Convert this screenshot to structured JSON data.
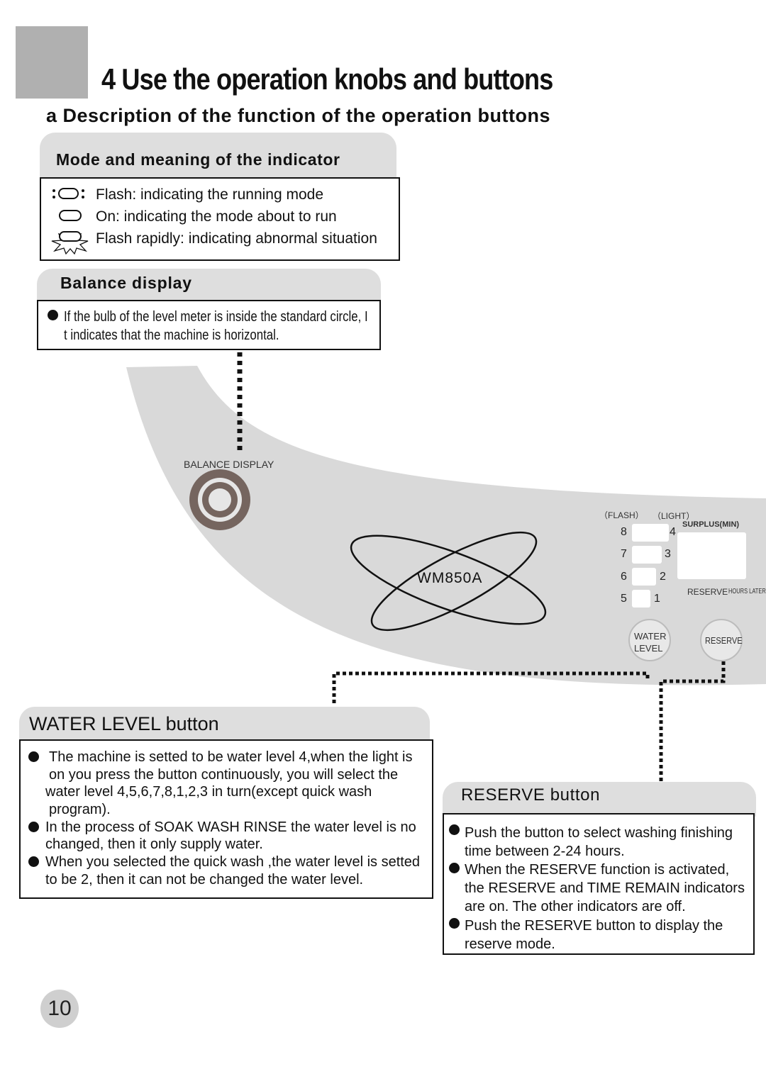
{
  "page": {
    "title": "4 Use the operation knobs and buttons",
    "subtitle": "a Description of the function of the operation buttons",
    "page_number": "10"
  },
  "indicator": {
    "heading": "Mode and meaning of the indicator",
    "rows": [
      {
        "icon": "flash-indicator-icon",
        "text": "Flash: indicating the running mode"
      },
      {
        "icon": "on-indicator-icon",
        "text": "On: indicating the mode about to run"
      },
      {
        "icon": "rapid-flash-indicator-icon",
        "text": "Flash rapidly: indicating abnormal situation"
      }
    ]
  },
  "balance": {
    "heading": "Balance display",
    "lines": [
      "If the bulb of the level meter is inside the standard circle, I",
      "t indicates  that the machine is horizontal."
    ]
  },
  "panel": {
    "balance_label": "BALANCE DISPLAY",
    "model": "WM850A",
    "flash_label": "（FLASH）",
    "light_label": "（LIGHT）",
    "surplus_label": "SURPLUS(MIN)",
    "water_levels_left": [
      "8",
      "7",
      "6",
      "5"
    ],
    "water_levels_right": [
      "4",
      "3",
      "2",
      "1"
    ],
    "reserve_label": "RESERVE",
    "hours_later_label": "HOURS LATER",
    "water_button_line1": "WATER",
    "water_button_line2": "LEVEL",
    "reserve_button": "RESERVE"
  },
  "water_level": {
    "heading_caps": "WATER LEVEL",
    "heading_rest": "button",
    "lines": [
      "The machine is setted to be water level 4,when the light is",
      "on you press the button  continuously, you will select the",
      "water level 4,5,6,7,8,1,2,3 in turn(except quick wash",
      "program).",
      "In the process of SOAK WASH RINSE the water level is no",
      "changed, then it only supply water.",
      "When you selected the quick wash ,the water level is setted",
      "to be 2, then it can not be changed the water level."
    ]
  },
  "reserve": {
    "heading": "RESERVE button",
    "lines": [
      "Push the button to select washing finishing",
      "time between 2-24 hours.",
      "When the RESERVE function is activated,",
      "the RESERVE and TIME REMAIN indicators",
      "are on. The other indicators are off.",
      "Push the RESERVE button to display the",
      "reserve mode."
    ]
  }
}
